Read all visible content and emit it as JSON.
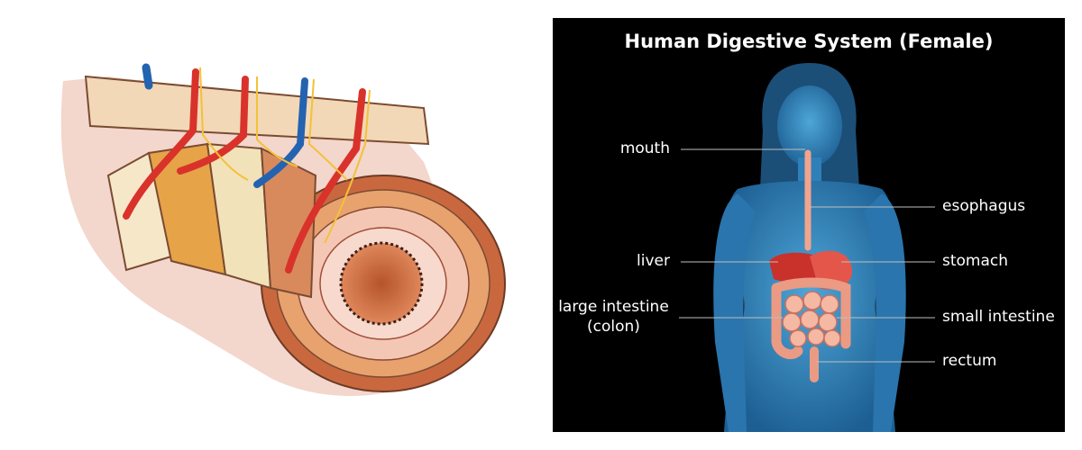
{
  "diagram_title": "Human Digestive System (Female)",
  "labels": {
    "mouth": "mouth",
    "esophagus": "esophagus",
    "liver": "liver",
    "stomach": "stomach",
    "large_intestine_line1": "large intestine",
    "large_intestine_line2": "(colon)",
    "small_intestine": "small intestine",
    "rectum": "rectum"
  },
  "colors": {
    "background_right": "#000000",
    "body_blue": "#2f7fb8",
    "organ_red": "#d8453a",
    "intestine_pink": "#f0a48e",
    "artery_red": "#d9322b",
    "vein_blue": "#2463b0",
    "nerve_yellow": "#f3c13a",
    "muscle_orange": "#e3874a"
  }
}
